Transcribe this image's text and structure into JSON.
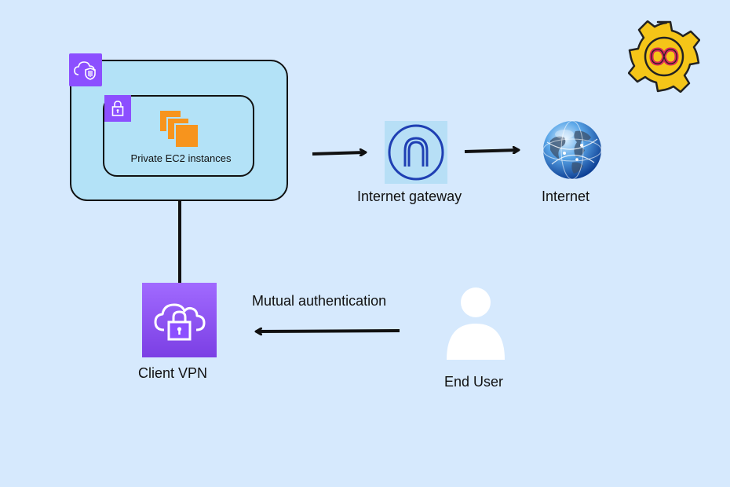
{
  "diagram": {
    "vpc": {
      "icon": "vpc-cloud-shield-icon"
    },
    "subnet": {
      "icon": "private-subnet-lock-icon"
    },
    "ec2": {
      "label": "Private EC2 instances",
      "icon": "ec2-instances-icon",
      "color": "#f7941d"
    },
    "internet_gateway": {
      "label": "Internet gateway",
      "icon": "internet-gateway-icon"
    },
    "internet": {
      "label": "Internet",
      "icon": "globe-icon"
    },
    "client_vpn": {
      "label": "Client VPN",
      "icon": "client-vpn-icon",
      "color": "#8c4fff"
    },
    "end_user": {
      "label": "End User",
      "icon": "user-icon"
    },
    "auth_edge": {
      "label": "Mutual authentication"
    },
    "logo": {
      "icon": "gear-infinity-logo-icon",
      "color": "#f5c518"
    },
    "colors": {
      "background": "#d6e9fd",
      "vpc_fill": "#b3e2f7",
      "aws_purple": "#8c4fff"
    }
  }
}
